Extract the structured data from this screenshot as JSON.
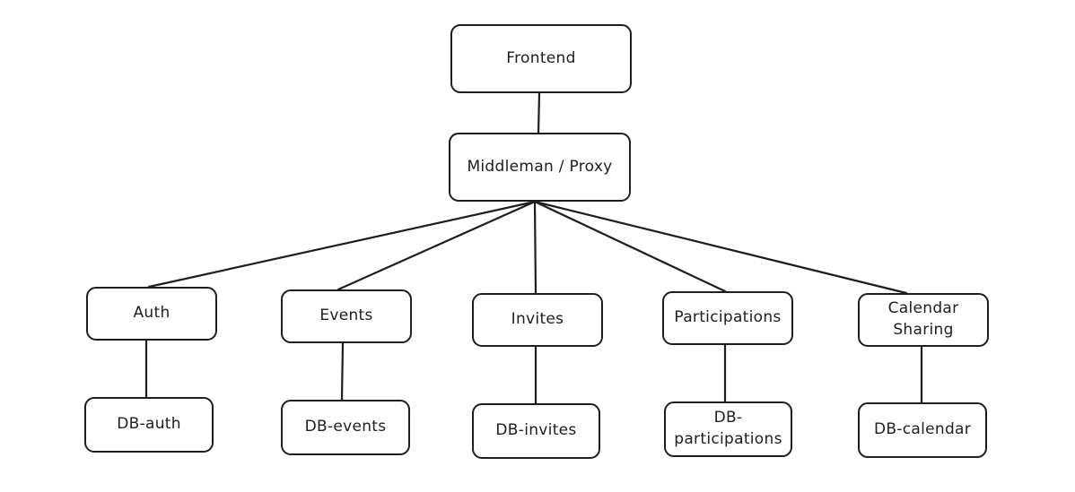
{
  "diagram": {
    "nodes": {
      "frontend": "Frontend",
      "proxy": "Middleman / Proxy",
      "auth": "Auth",
      "events": "Events",
      "invites": "Invites",
      "participations": "Participations",
      "calendar_sharing": "Calendar\nSharing",
      "db_auth": "DB-auth",
      "db_events": "DB-events",
      "db_invites": "DB-invites",
      "db_participations": "DB-\nparticipations",
      "db_calendar": "DB-calendar"
    },
    "edges": [
      [
        "frontend",
        "proxy"
      ],
      [
        "proxy",
        "auth"
      ],
      [
        "proxy",
        "events"
      ],
      [
        "proxy",
        "invites"
      ],
      [
        "proxy",
        "participations"
      ],
      [
        "proxy",
        "calendar_sharing"
      ],
      [
        "auth",
        "db_auth"
      ],
      [
        "events",
        "db_events"
      ],
      [
        "invites",
        "db_invites"
      ],
      [
        "participations",
        "db_participations"
      ],
      [
        "calendar_sharing",
        "db_calendar"
      ]
    ],
    "colors": {
      "stroke": "#1e1e1e",
      "background": "#ffffff"
    }
  }
}
